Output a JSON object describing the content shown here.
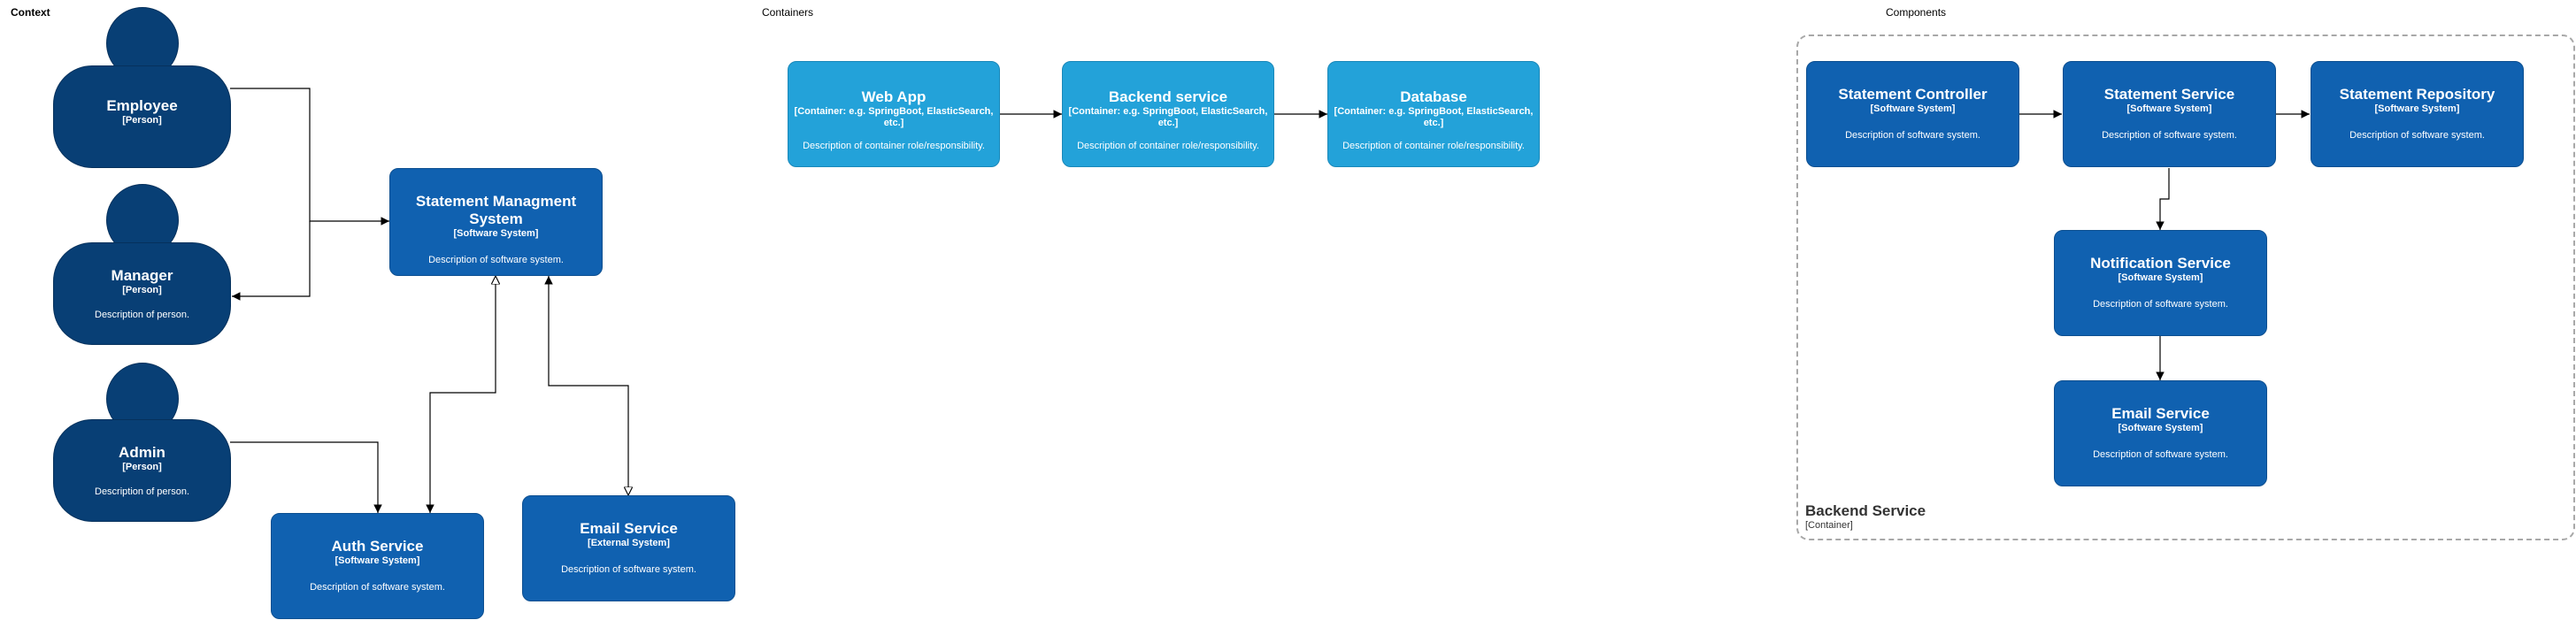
{
  "sections": {
    "context": "Context",
    "containers": "Containers",
    "components": "Components"
  },
  "colors": {
    "person": "#083f75",
    "software_system": "#1061b0",
    "container": "#23a2d9",
    "boundary": "#a8a8a8",
    "edge": "#000000"
  },
  "context": {
    "employee": {
      "name": "Employee",
      "kind": "[Person]"
    },
    "manager": {
      "name": "Manager",
      "kind": "[Person]",
      "desc": "Description of person."
    },
    "admin": {
      "name": "Admin",
      "kind": "[Person]",
      "desc": "Description of person."
    },
    "sms": {
      "name": "Statement Managment System",
      "kind": "[Software System]",
      "desc": "Description of software system."
    },
    "auth": {
      "name": "Auth Service",
      "kind": "[Software System]",
      "desc": "Description of software system."
    },
    "email": {
      "name": "Email Service",
      "kind": "[External System]",
      "desc": "Description of software system."
    }
  },
  "containers": {
    "webapp": {
      "name": "Web App",
      "kind": "[Container: e.g. SpringBoot, ElasticSearch, etc.]",
      "desc": "Description of container role/responsibility."
    },
    "backend": {
      "name": "Backend service",
      "kind": "[Container: e.g. SpringBoot, ElasticSearch, etc.]",
      "desc": "Description of container role/responsibility."
    },
    "database": {
      "name": "Database",
      "kind": "[Container: e.g. SpringBoot, ElasticSearch, etc.]",
      "desc": "Description of container role/responsibility."
    }
  },
  "components": {
    "boundary": {
      "name": "Backend Service",
      "kind": "[Container]"
    },
    "controller": {
      "name": "Statement Controller",
      "kind": "[Software System]",
      "desc": "Description of software system."
    },
    "service": {
      "name": "Statement Service",
      "kind": "[Software System]",
      "desc": "Description of software system."
    },
    "repository": {
      "name": "Statement Repository",
      "kind": "[Software System]",
      "desc": "Description of software system."
    },
    "notification": {
      "name": "Notification Service",
      "kind": "[Software System]",
      "desc": "Description of software system."
    },
    "email": {
      "name": "Email Service",
      "kind": "[Software System]",
      "desc": "Description of software system."
    }
  }
}
